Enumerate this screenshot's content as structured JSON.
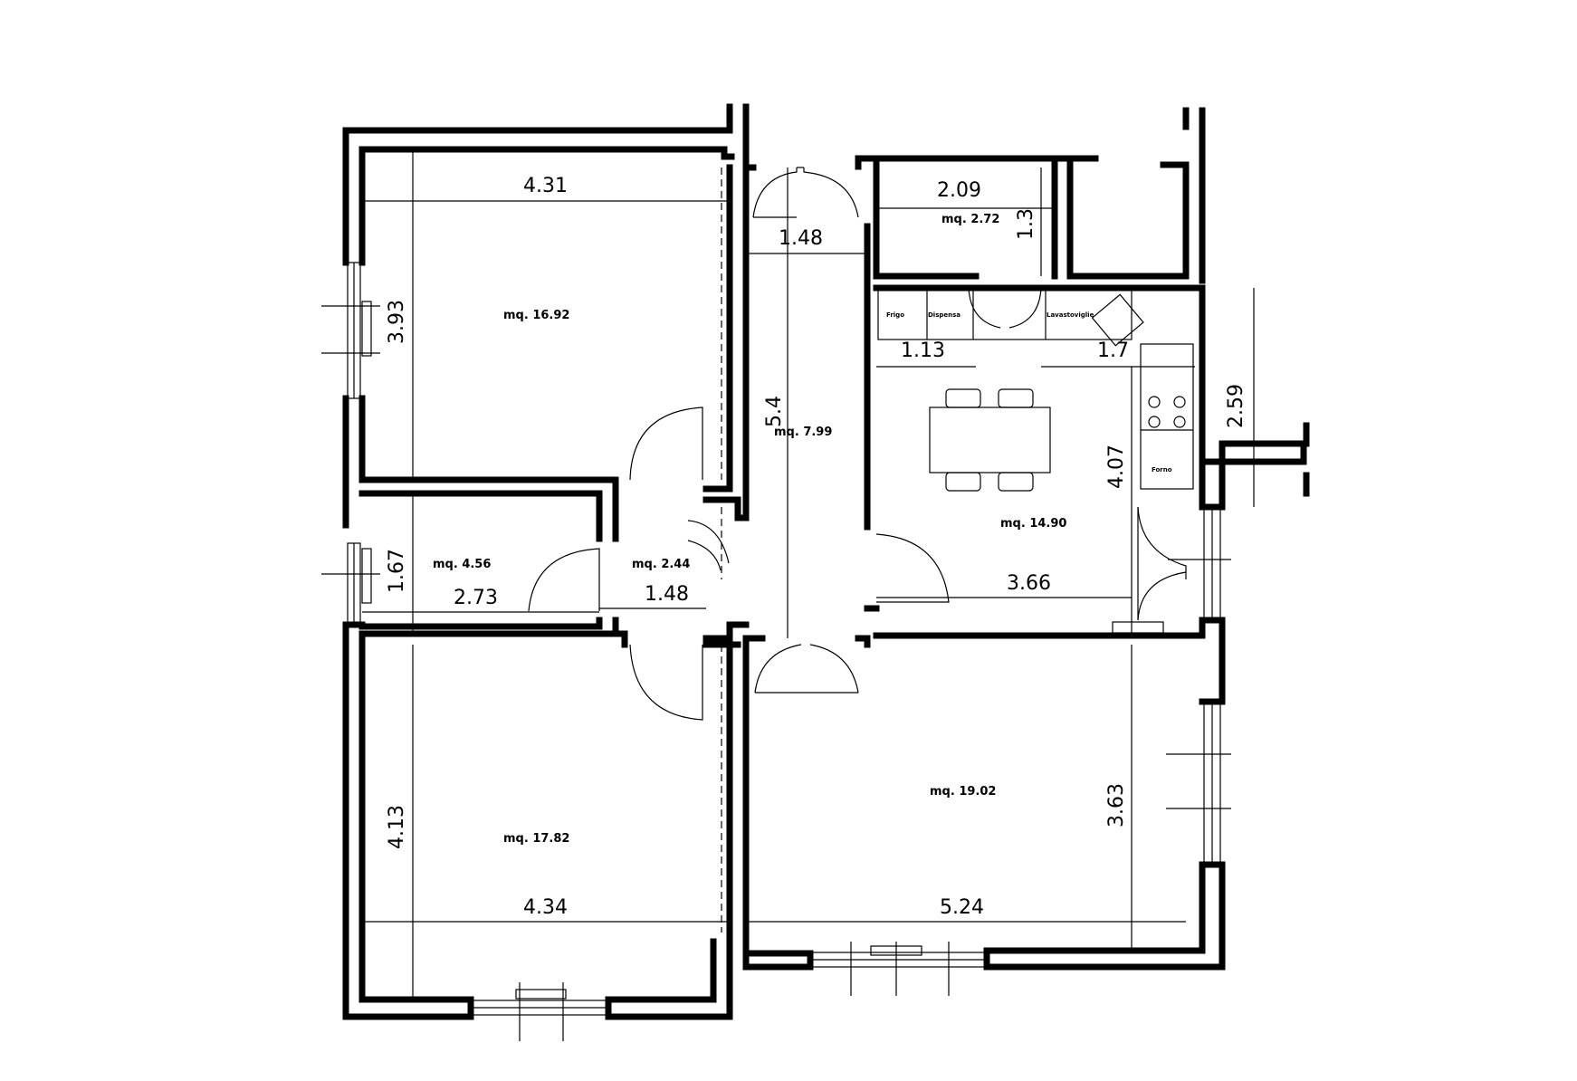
{
  "dimensions": {
    "bed1_width": "4.31",
    "bed1_height": "3.93",
    "corridor_width_top": "1.48",
    "corridor_length": "5.4",
    "bath_width": "2.09",
    "bath_height": "1.3",
    "kitchen_left_span": "1.13",
    "kitchen_right_span": "1.7",
    "balcony_height": "2.59",
    "kitchen_height": "4.07",
    "kitchen_width": "3.66",
    "small_room_height": "1.67",
    "small_room_width": "2.73",
    "hall_width": "1.48",
    "bed2_height": "4.13",
    "bed2_width": "4.34",
    "living_height": "3.63",
    "living_width": "5.24"
  },
  "areas": {
    "bed1": "mq. 16.92",
    "corridor": "mq. 7.99",
    "bath": "mq. 2.72",
    "kitchen": "mq. 14.90",
    "small_room": "mq. 4.56",
    "hall": "mq. 2.44",
    "living": "mq. 19.02",
    "bed2": "mq. 17.82"
  },
  "fixtures": {
    "fridge": "Frigo",
    "pantry": "Dispensa",
    "dishwasher": "Lavastoviglie",
    "oven": "Forno"
  }
}
